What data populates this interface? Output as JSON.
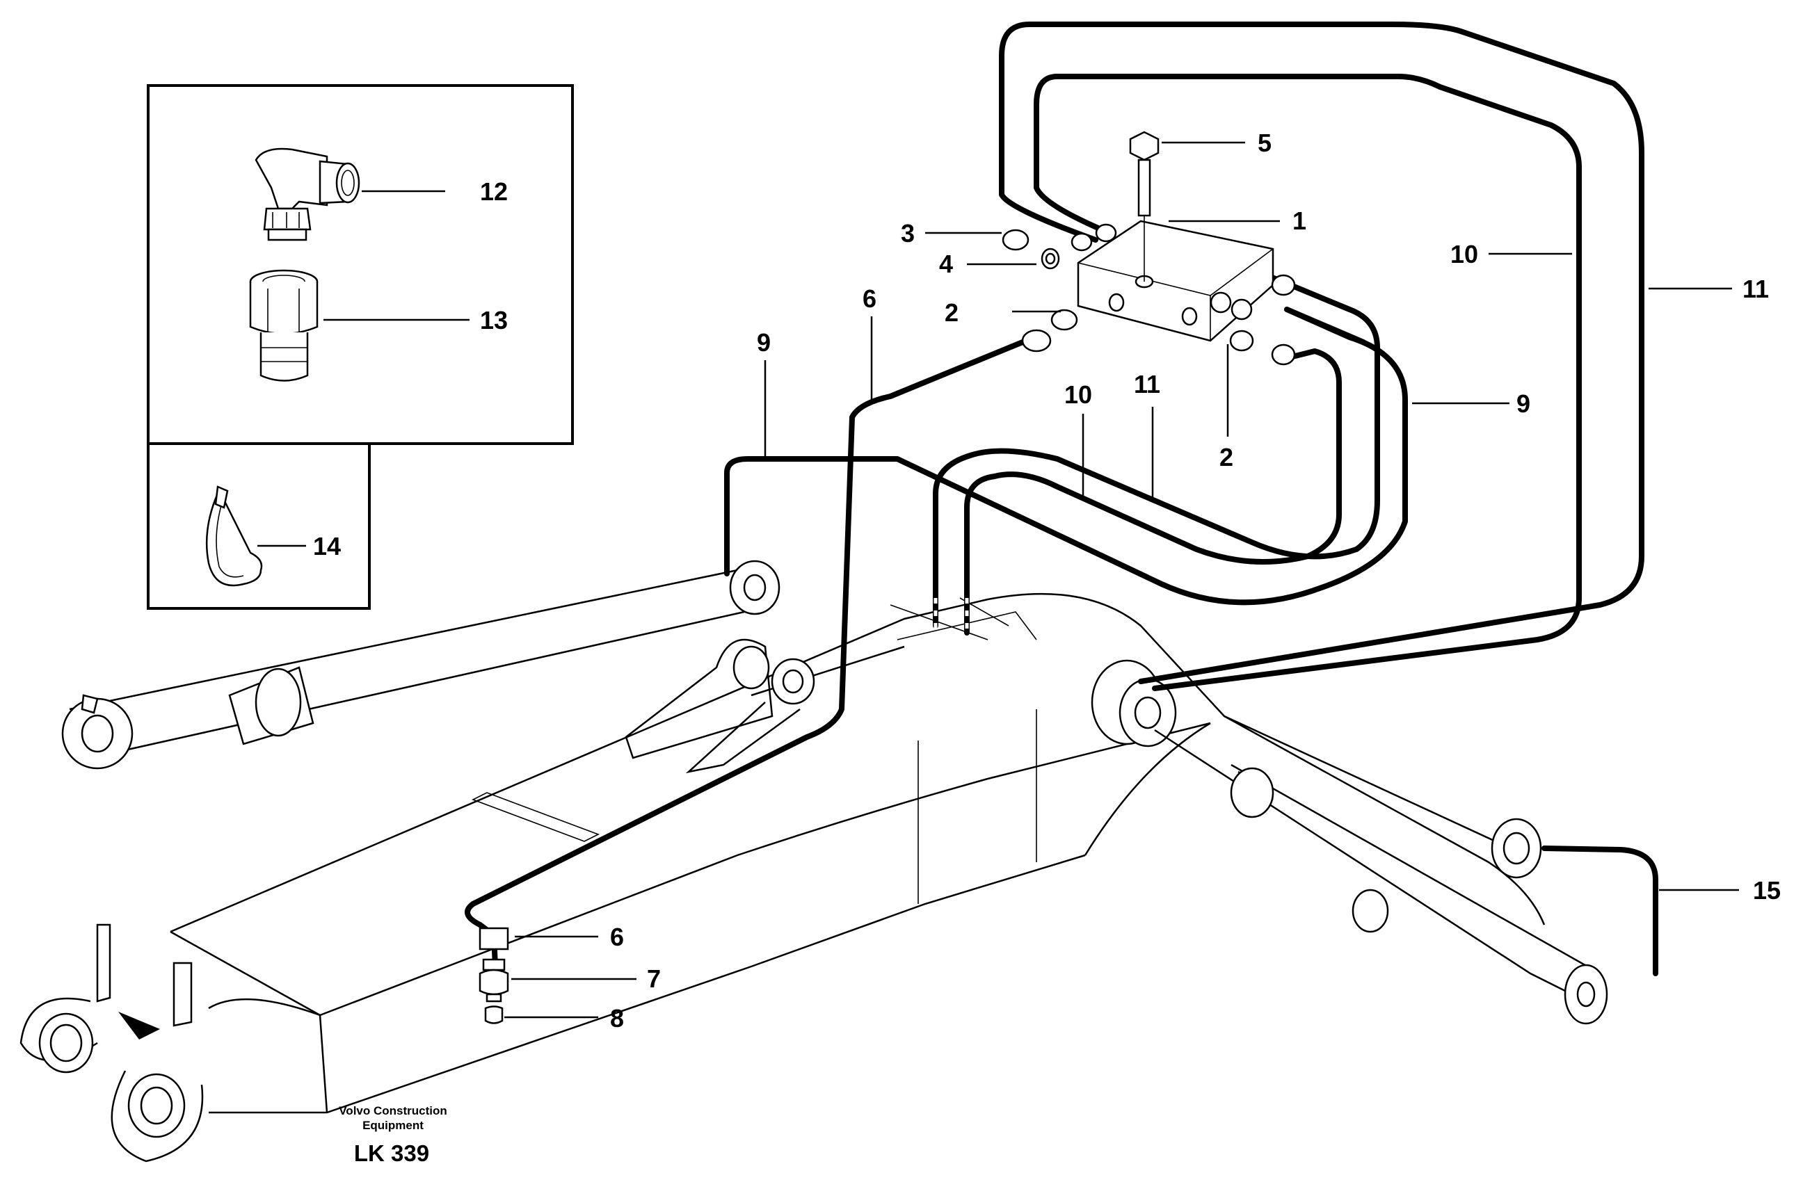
{
  "callouts": {
    "c1": "1",
    "c2a": "2",
    "c2b": "2",
    "c3": "3",
    "c4": "4",
    "c5": "5",
    "c6a": "6",
    "c6b": "6",
    "c7": "7",
    "c8": "8",
    "c9a": "9",
    "c9b": "9",
    "c10a": "10",
    "c10b": "10",
    "c11a": "11",
    "c11b": "11",
    "c12": "12",
    "c13": "13",
    "c14": "14",
    "c15": "15"
  },
  "caption": {
    "line1": "Volvo Construction",
    "line2": "Equipment",
    "code": "LK 339"
  }
}
